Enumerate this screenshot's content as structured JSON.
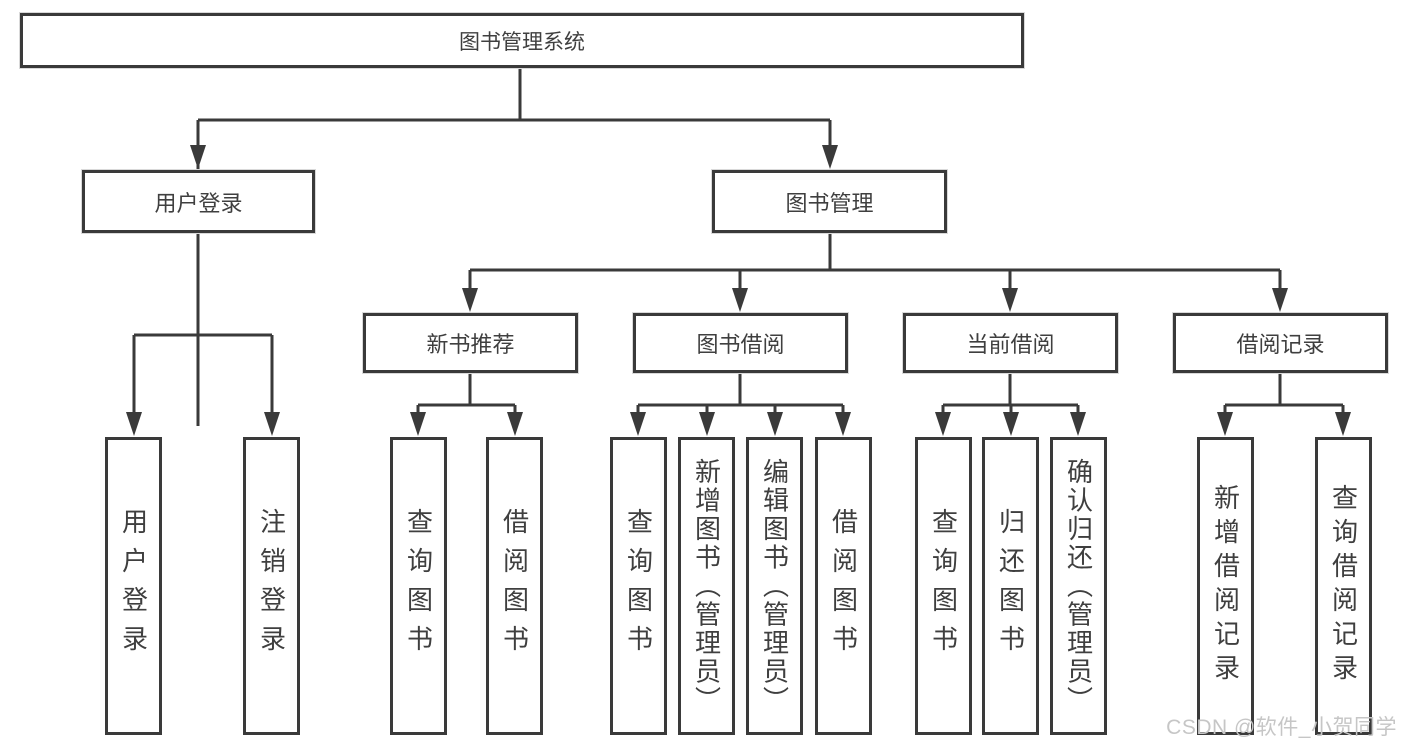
{
  "diagram": {
    "root": {
      "label": "图书管理系统"
    },
    "branches": [
      {
        "label": "用户登录",
        "children": [
          {
            "label": "用户登录"
          },
          {
            "label": "注销登录"
          }
        ]
      },
      {
        "label": "图书管理",
        "children": [
          {
            "label": "新书推荐",
            "children": [
              {
                "label": "查询图书"
              },
              {
                "label": "借阅图书"
              }
            ]
          },
          {
            "label": "图书借阅",
            "children": [
              {
                "label": "查询图书"
              },
              {
                "label": "新增图书（管理员）"
              },
              {
                "label": "编辑图书（管理员）"
              },
              {
                "label": "借阅图书"
              }
            ]
          },
          {
            "label": "当前借阅",
            "children": [
              {
                "label": "查询图书"
              },
              {
                "label": "归还图书"
              },
              {
                "label": "确认归还（管理员）"
              }
            ]
          },
          {
            "label": "借阅记录",
            "children": [
              {
                "label": "新增借阅记录"
              },
              {
                "label": "查询借阅记录"
              }
            ]
          }
        ]
      }
    ]
  },
  "watermark": "CSDN @软件_小贺同学",
  "colors": {
    "line": "#3a3a3a",
    "text": "#3f3f3f",
    "watermark": "#c6c6c6",
    "background": "#ffffff"
  }
}
